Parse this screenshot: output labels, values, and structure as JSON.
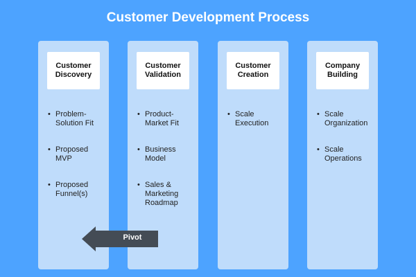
{
  "title": "Customer Development Process",
  "columns": [
    {
      "header": "Customer\nDiscovery",
      "items": [
        "Problem-\nSolution Fit",
        "Proposed\nMVP",
        "Proposed\nFunnel(s)"
      ]
    },
    {
      "header": "Customer\nValidation",
      "items": [
        "Product-\nMarket Fit",
        "Business\nModel",
        "Sales &\nMarketing\nRoadmap"
      ]
    },
    {
      "header": "Customer\nCreation",
      "items": [
        "Scale\nExecution"
      ]
    },
    {
      "header": "Company\nBuilding",
      "items": [
        "Scale\nOrganization",
        "Scale\nOperations"
      ]
    }
  ],
  "pivot": {
    "label": "Pivot",
    "color": "#444c55"
  },
  "colors": {
    "background": "#4da3ff",
    "column": "#bfdcfb",
    "header_box": "#ffffff"
  }
}
